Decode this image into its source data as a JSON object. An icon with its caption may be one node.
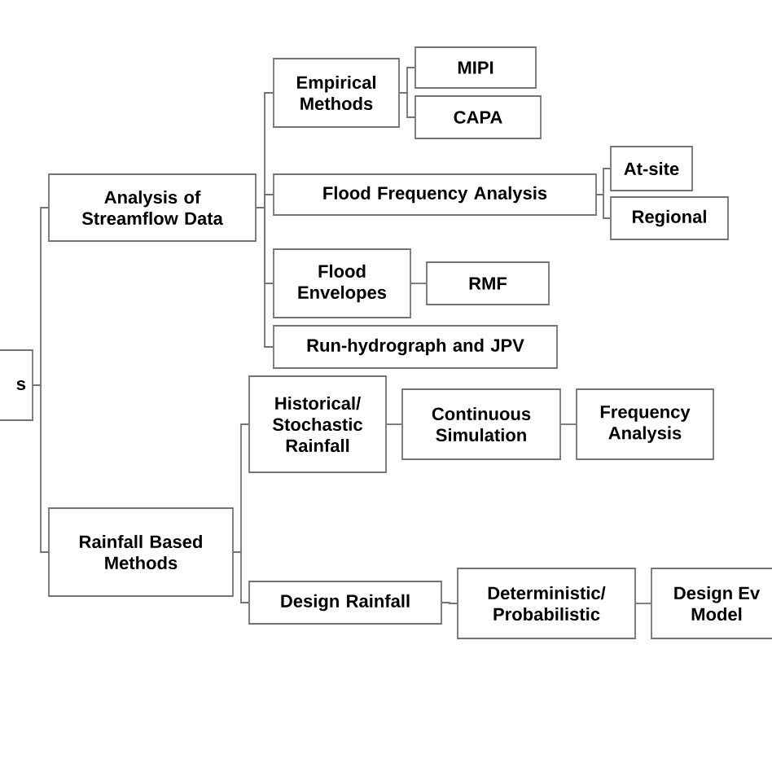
{
  "diagram": {
    "nodes": [
      {
        "text": [
          "s"
        ]
      },
      {
        "text": [
          "Analysis of Streamflow Data"
        ]
      },
      {
        "text": [
          "Empirical Methods"
        ]
      },
      {
        "text": [
          "MIPI"
        ]
      },
      {
        "text": [
          "CAPA"
        ]
      },
      {
        "text": [
          "Flood Frequency Analysis"
        ]
      },
      {
        "text": [
          "At-site"
        ]
      },
      {
        "text": [
          "Regional"
        ]
      },
      {
        "text": [
          "Flood Envelopes"
        ]
      },
      {
        "text": [
          "RMF"
        ]
      },
      {
        "text": [
          "Run-hydrograph and JPV"
        ]
      },
      {
        "text": [
          "Rainfall Based Methods"
        ]
      },
      {
        "text": [
          "Historical/ Stochastic Rainfall"
        ]
      },
      {
        "text": [
          "Continuous Simulation"
        ]
      },
      {
        "text": [
          "Frequency Analysis"
        ]
      },
      {
        "text": [
          "Design Rainfall"
        ]
      },
      {
        "text": [
          "Deterministic/ Probabilistic"
        ]
      },
      {
        "text": [
          "Design Ev Model"
        ]
      }
    ],
    "edges": [
      {
        "from": 0,
        "to": 1,
        "arrow": "none"
      },
      {
        "from": 0,
        "to": 11,
        "arrow": "none"
      },
      {
        "from": 1,
        "to": 2,
        "arrow": "none"
      },
      {
        "from": 1,
        "to": 5,
        "arrow": "none"
      },
      {
        "from": 1,
        "to": 8,
        "arrow": "none"
      },
      {
        "from": 1,
        "to": 10,
        "arrow": "none"
      },
      {
        "from": 2,
        "to": 3,
        "arrow": "none"
      },
      {
        "from": 2,
        "to": 4,
        "arrow": "none"
      },
      {
        "from": 5,
        "to": 6,
        "arrow": "none"
      },
      {
        "from": 5,
        "to": 7,
        "arrow": "none"
      },
      {
        "from": 8,
        "to": 9,
        "arrow": "none"
      },
      {
        "from": 11,
        "to": 12,
        "arrow": "none"
      },
      {
        "from": 11,
        "to": 15,
        "arrow": "none"
      },
      {
        "from": 12,
        "to": 13,
        "arrow": "none"
      },
      {
        "from": 13,
        "to": 14,
        "arrow": "none"
      },
      {
        "from": 15,
        "to": 16,
        "arrow": "none"
      },
      {
        "from": 16,
        "to": 17,
        "arrow": "none"
      }
    ]
  }
}
